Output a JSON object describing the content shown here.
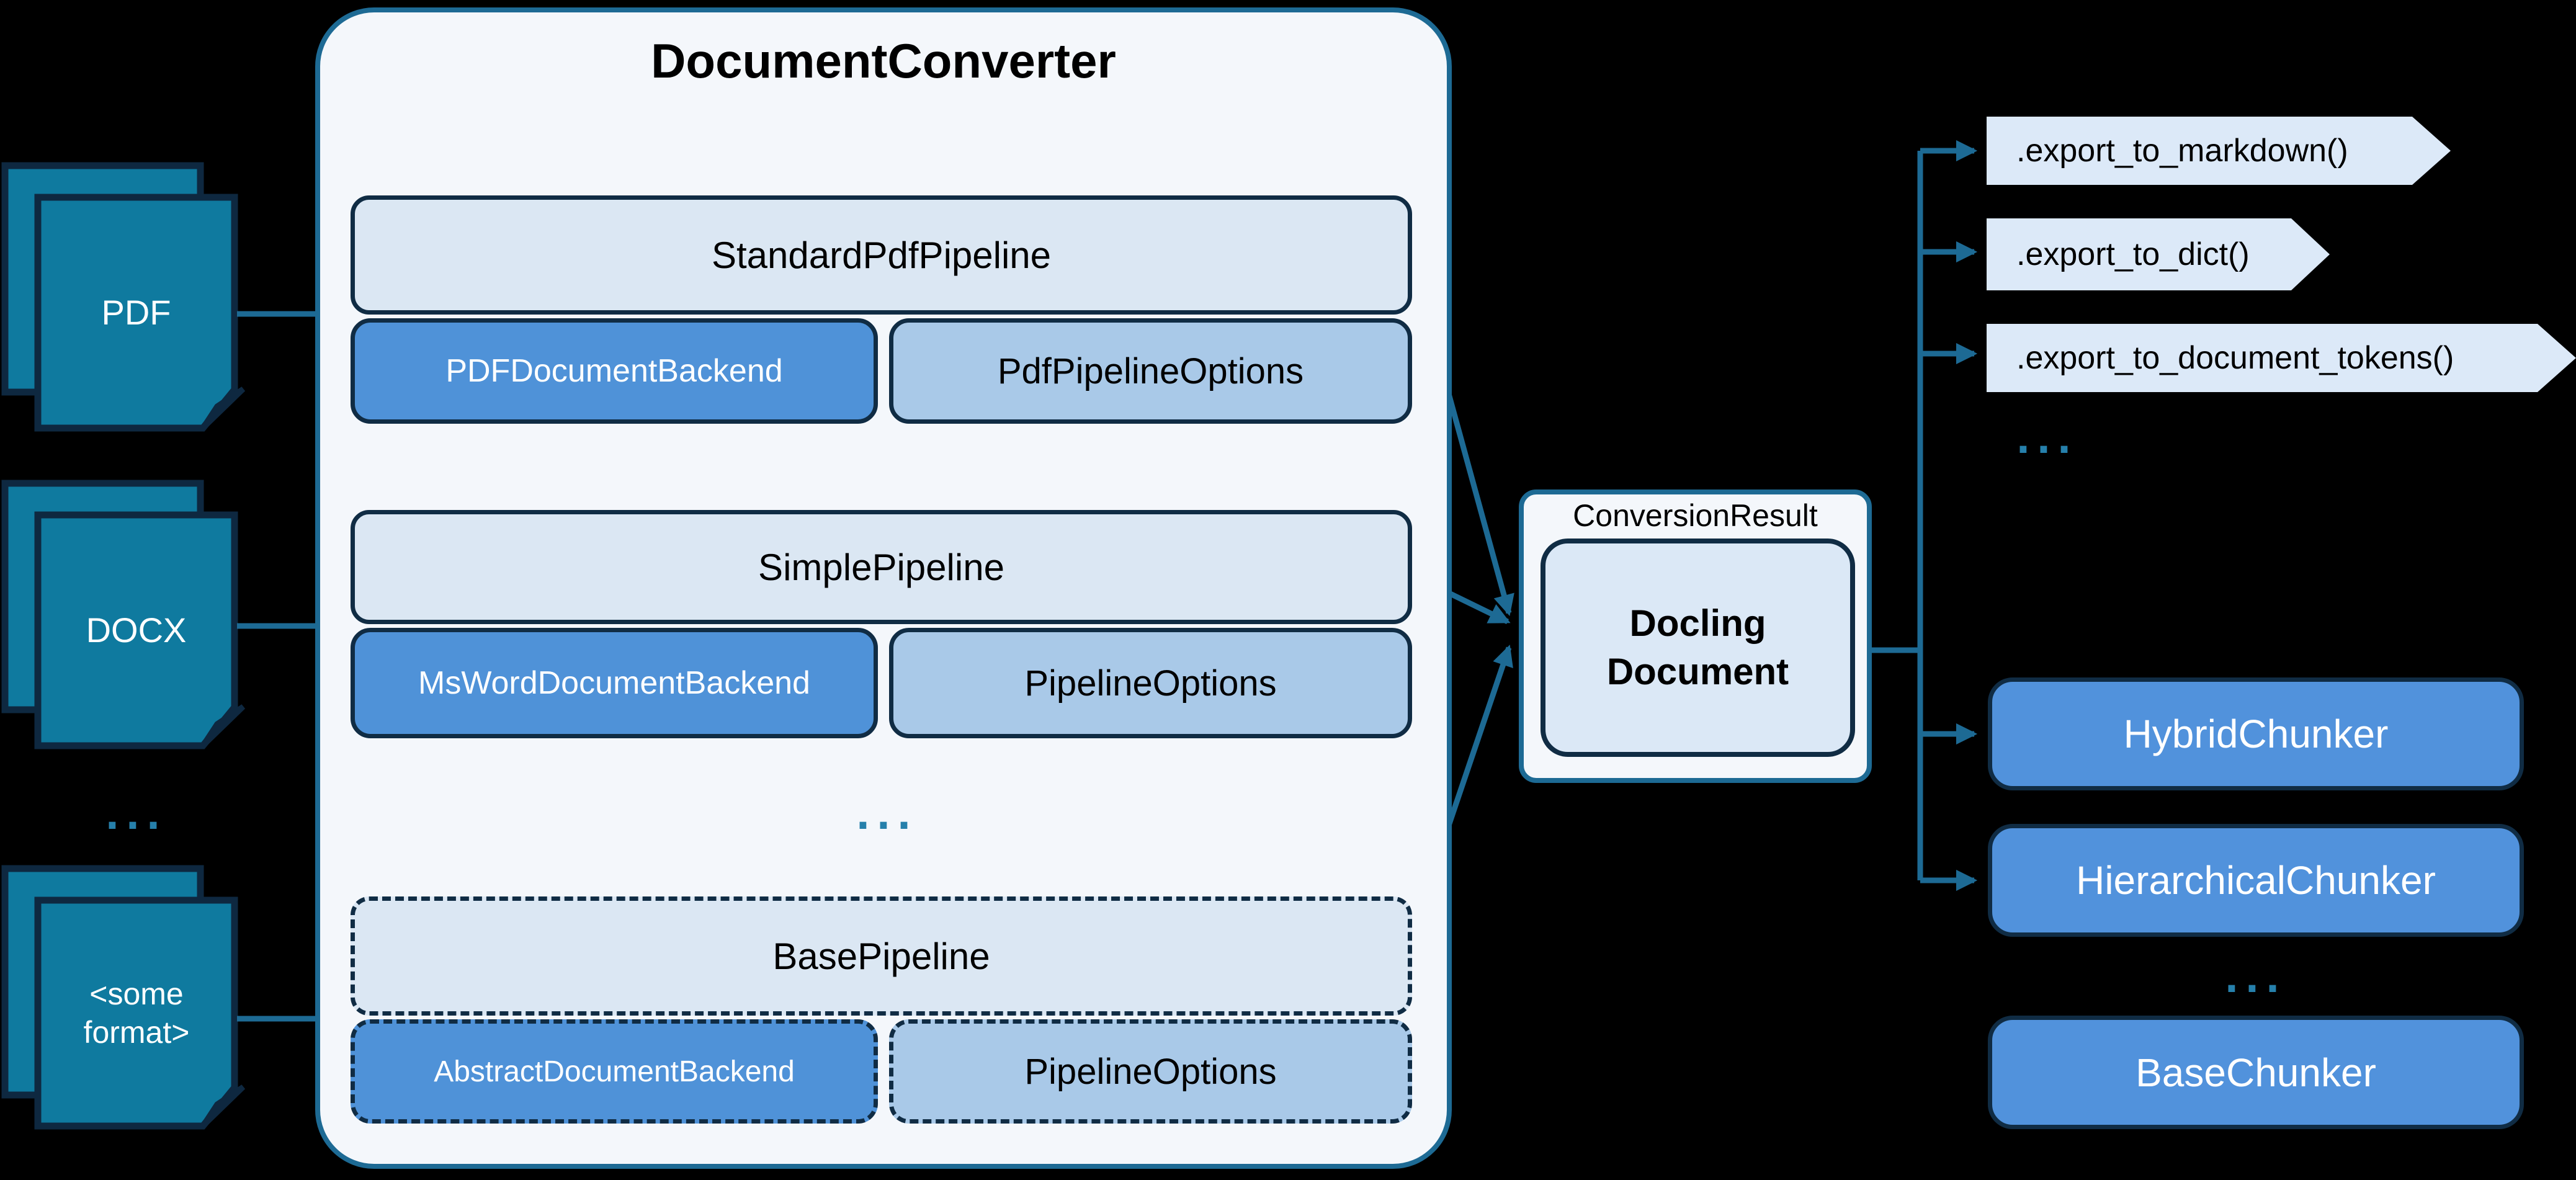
{
  "sources": {
    "pdf_label": "PDF",
    "docx_label": "DOCX",
    "more_label": "...",
    "other_label": "<some format>"
  },
  "converter": {
    "title": "DocumentConverter",
    "more_label": "...",
    "pipelines": [
      {
        "name": "StandardPdfPipeline",
        "backend": "PDFDocumentBackend",
        "options": "PdfPipelineOptions"
      },
      {
        "name": "SimplePipeline",
        "backend": "MsWordDocumentBackend",
        "options": "PipelineOptions"
      },
      {
        "name": "BasePipeline",
        "backend": "AbstractDocumentBackend",
        "options": "PipelineOptions"
      }
    ]
  },
  "result": {
    "label": "ConversionResult",
    "document": "Docling Document"
  },
  "exports": {
    "items": [
      ".export_to_markdown()",
      ".export_to_dict()",
      ".export_to_document_tokens()"
    ],
    "more_label": "..."
  },
  "chunkers": {
    "items": [
      "HybridChunker",
      "HierarchicalChunker"
    ],
    "more_label": "...",
    "base": "BaseChunker"
  },
  "colors": {
    "background": "#000000",
    "accent_line": "#1d6a94",
    "dark_border": "#102c44",
    "document_fill": "#0f7a9f",
    "panel_fill": "#f4f7fb",
    "pipeline_fill": "#dbe7f3",
    "backend_fill": "#4f92d8",
    "options_fill": "#a9c9e8",
    "chunker_fill": "#5192dc",
    "tag_fill": "#dce9f8",
    "dots": "#2680ab"
  }
}
